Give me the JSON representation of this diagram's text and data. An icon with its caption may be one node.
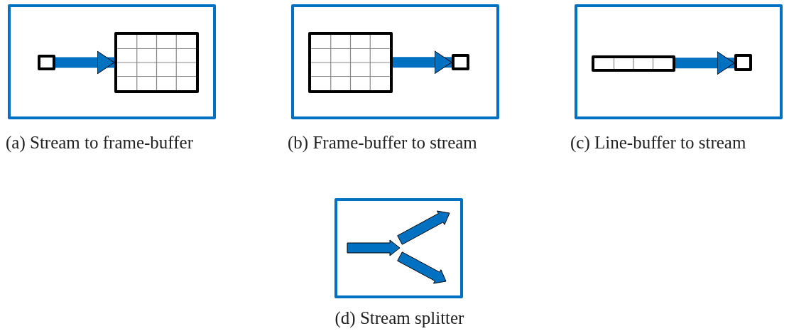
{
  "diagram": {
    "nodes": [
      {
        "text": [
          "(a) Stream to frame-buffer"
        ]
      },
      {
        "text": [],
        "shape": "box",
        "in": 0
      },
      {
        "text": [],
        "shape": "grid",
        "in": 0
      },
      {
        "text": [
          "(b) Frame-buffer to stream"
        ]
      },
      {
        "text": [],
        "shape": "grid",
        "in": 3
      },
      {
        "text": [],
        "shape": "box",
        "in": 3
      },
      {
        "text": [
          "(c) Line-buffer to stream"
        ]
      },
      {
        "text": [],
        "shape": "bar",
        "in": 6
      },
      {
        "text": [],
        "shape": "box",
        "in": 6
      },
      {
        "text": [
          "(d) Stream splitter"
        ]
      }
    ],
    "edges": [
      {
        "from": 1,
        "to": 2,
        "arrow": "to"
      },
      {
        "from": 4,
        "to": 5,
        "arrow": "to"
      },
      {
        "from": 7,
        "to": 8,
        "arrow": "to"
      }
    ]
  }
}
